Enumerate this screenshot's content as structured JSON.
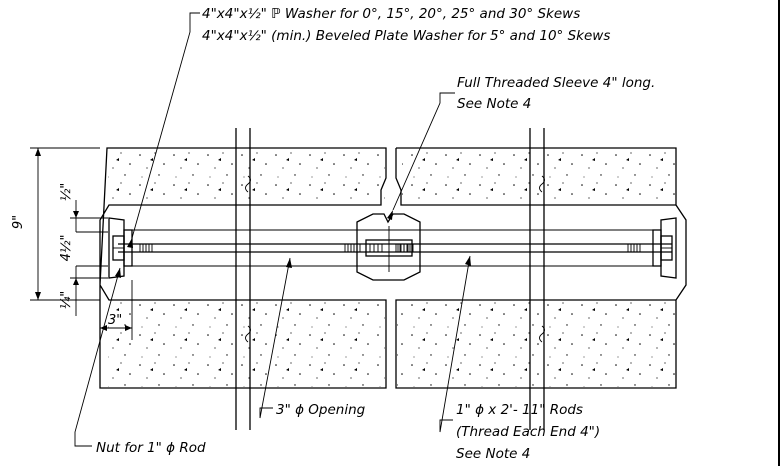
{
  "labels": {
    "washer_line1": "4\"x4\"x½\" ℙ Washer for 0°, 15°, 20°, 25° and 30° Skews",
    "washer_line2": "4\"x4\"x½\" (min.) Beveled Plate Washer for 5° and 10° Skews",
    "sleeve_line1": "Full Threaded Sleeve 4\" long.",
    "sleeve_line2": "See Note 4",
    "opening": "3\" ϕ Opening",
    "rods_line1": "1\" ϕ x 2'- 11\" Rods",
    "rods_line2": "(Thread Each End 4\")",
    "rods_line3": "See Note 4",
    "nut": "Nut for 1\" ϕ Rod"
  },
  "dimensions": {
    "overall": "9\"",
    "top": "½\"",
    "middle": "4½\"",
    "bottom": "¼\"",
    "edge": "3\""
  }
}
